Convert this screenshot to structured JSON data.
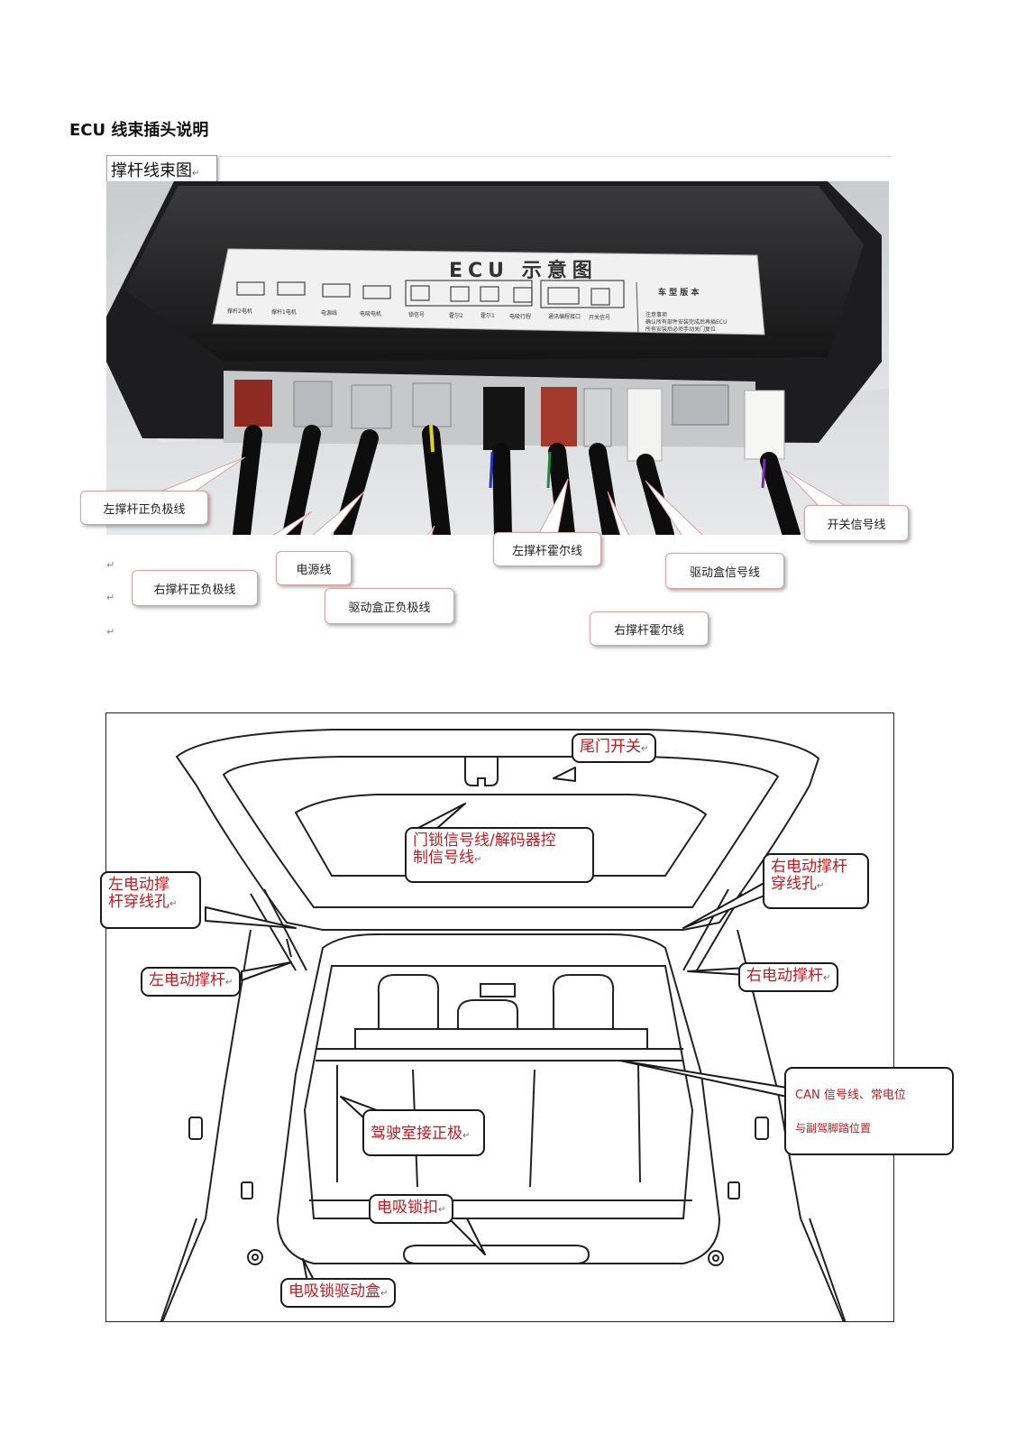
{
  "heading": "ECU 线束插头说明",
  "figure1": {
    "caption": "撑杆线束图",
    "ecu_label": {
      "title": "ECU 示意图",
      "version_title": "车 型 版 本",
      "notes_line1": "注意事项",
      "notes_line2": "确认所有部件安装完成后再插ECU",
      "notes_line3": "所有安装后必须手动关门复位",
      "ports": [
        "撑杆2电机",
        "撑杆1电机",
        "电源线",
        "电吸电机",
        "锁信号",
        "霍尔2",
        "霍尔1",
        "电吸行程",
        "通讯编程接口",
        "开关信号"
      ]
    },
    "callouts": {
      "left_strut_pm": "左撑杆正负极线",
      "right_strut_pm": "右撑杆正负极线",
      "power": "电源线",
      "drive_pm": "驱动盒正负极线",
      "left_hall": "左撑杆霍尔线",
      "right_hall": "右撑杆霍尔线",
      "drive_signal": "驱动盒信号线",
      "switch_signal": "开关信号线"
    }
  },
  "figure2": {
    "labels": {
      "tailgate_switch": "尾门开关",
      "lock_signal_l1": "门锁信号线/解码器控",
      "lock_signal_l2": "制信号线",
      "left_hole_l1": "左电动撑",
      "left_hole_l2": "杆穿线孔",
      "right_hole_l1": "右电动撑杆",
      "right_hole_l2": "穿线孔",
      "left_strut": "左电动撑杆",
      "right_strut": "右电动撑杆",
      "can_l1": "CAN 信号线、常电位",
      "can_l2": "与副驾脚踏位置",
      "cab_positive": "驾驶室接正极",
      "latch": "电吸锁扣",
      "latch_driver": "电吸锁驱动盒"
    }
  },
  "para_mark": "↵"
}
